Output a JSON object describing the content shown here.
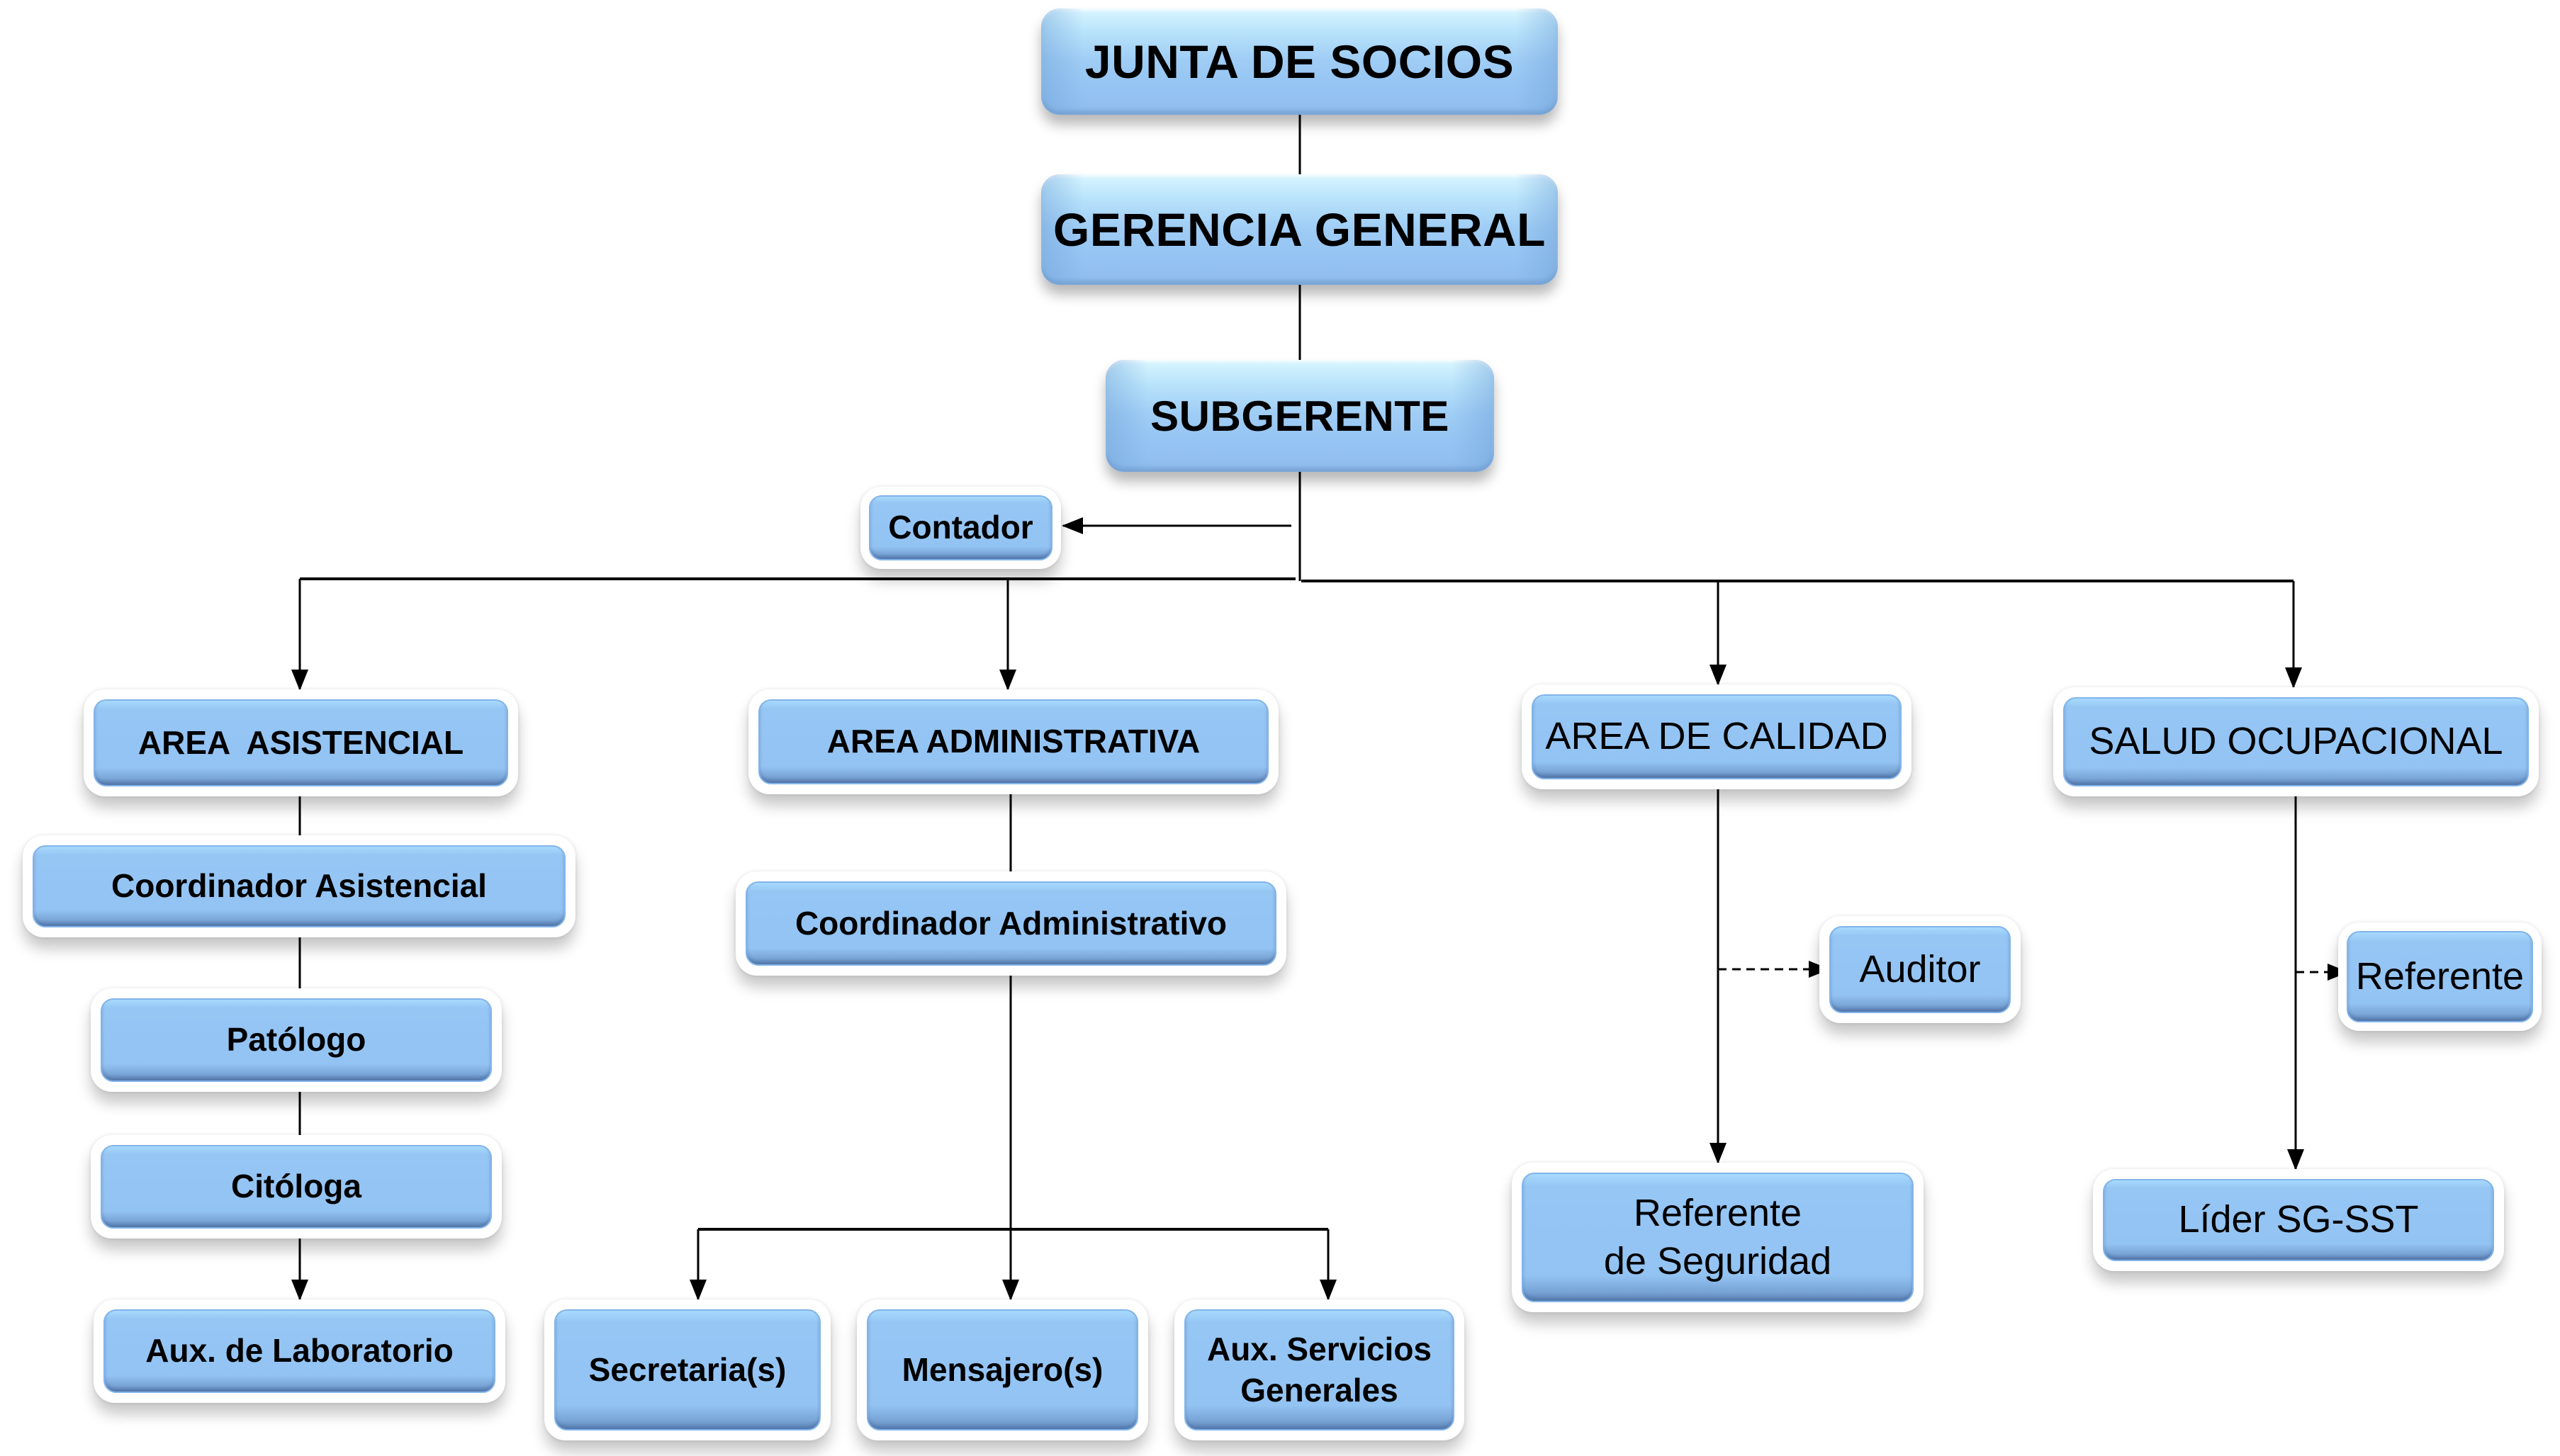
{
  "chart": {
    "title": "Organigrama",
    "nodes": {
      "junta": "JUNTA DE SOCIOS",
      "gerencia": "GERENCIA GENERAL",
      "subgerente": "SUBGERENTE",
      "contador": "Contador",
      "area_asistencial": "AREA  ASISTENCIAL",
      "coord_asistencial": "Coordinador Asistencial",
      "patologo": "Patólogo",
      "citologa": "Citóloga",
      "aux_laboratorio": "Aux. de Laboratorio",
      "area_administrativa": "AREA ADMINISTRATIVA",
      "coord_administrativo": "Coordinador Administrativo",
      "secretaria": "Secretaria(s)",
      "mensajero": "Mensajero(s)",
      "aux_servicios_line1": "Aux. Servicios",
      "aux_servicios_line2": "Generales",
      "area_calidad": "AREA DE CALIDAD",
      "auditor": "Auditor",
      "referente_seguridad_line1": "Referente",
      "referente_seguridad_line2": "de Seguridad",
      "salud_ocupacional": "SALUD OCUPACIONAL",
      "referente": "Referente",
      "lider_sgsst": "Líder SG-SST"
    },
    "edges": [
      {
        "from": "junta",
        "to": "gerencia",
        "style": "solid",
        "arrow": false
      },
      {
        "from": "gerencia",
        "to": "subgerente",
        "style": "solid",
        "arrow": false
      },
      {
        "from": "subgerente",
        "to": "contador",
        "style": "solid",
        "arrow": true
      },
      {
        "from": "subgerente",
        "to": "area_asistencial",
        "style": "solid",
        "arrow": true
      },
      {
        "from": "subgerente",
        "to": "area_administrativa",
        "style": "solid",
        "arrow": true
      },
      {
        "from": "subgerente",
        "to": "area_calidad",
        "style": "solid",
        "arrow": true
      },
      {
        "from": "subgerente",
        "to": "salud_ocupacional",
        "style": "solid",
        "arrow": true
      },
      {
        "from": "area_asistencial",
        "to": "coord_asistencial",
        "style": "solid",
        "arrow": false
      },
      {
        "from": "coord_asistencial",
        "to": "patologo",
        "style": "solid",
        "arrow": false
      },
      {
        "from": "patologo",
        "to": "citologa",
        "style": "solid",
        "arrow": false
      },
      {
        "from": "citologa",
        "to": "aux_laboratorio",
        "style": "solid",
        "arrow": true
      },
      {
        "from": "area_administrativa",
        "to": "coord_administrativo",
        "style": "solid",
        "arrow": false
      },
      {
        "from": "coord_administrativo",
        "to": "secretaria",
        "style": "solid",
        "arrow": true
      },
      {
        "from": "coord_administrativo",
        "to": "mensajero",
        "style": "solid",
        "arrow": true
      },
      {
        "from": "coord_administrativo",
        "to": "aux_servicios",
        "style": "solid",
        "arrow": true
      },
      {
        "from": "area_calidad",
        "to": "auditor",
        "style": "dashed",
        "arrow": true
      },
      {
        "from": "area_calidad",
        "to": "referente_seguridad",
        "style": "solid",
        "arrow": true
      },
      {
        "from": "salud_ocupacional",
        "to": "referente",
        "style": "dashed",
        "arrow": true
      },
      {
        "from": "salud_ocupacional",
        "to": "lider_sgsst",
        "style": "solid",
        "arrow": true
      }
    ]
  },
  "colors": {
    "box_fill": "#93c3f3",
    "box_highlight": "#d9f6ff",
    "frame": "#ffffff",
    "line": "#000000",
    "text": "#000000"
  }
}
